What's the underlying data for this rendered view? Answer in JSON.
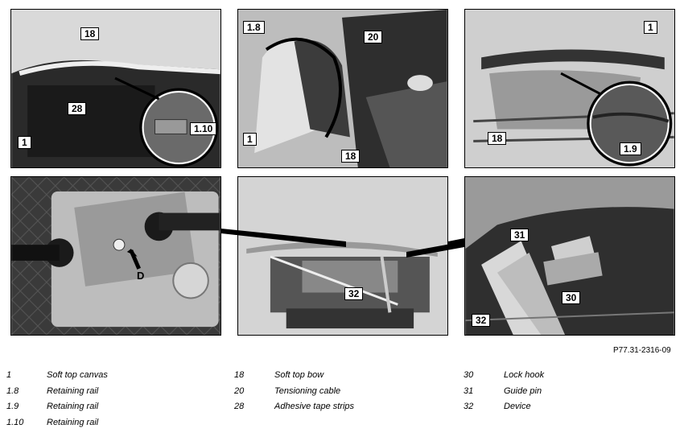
{
  "panels": {
    "p1": {
      "callouts": [
        "18",
        "28",
        "1",
        "1.10"
      ]
    },
    "p2": {
      "callouts": [
        "1.8",
        "20",
        "1",
        "18"
      ]
    },
    "p3": {
      "callouts": [
        "1",
        "18",
        "1.9"
      ]
    },
    "p4": {
      "callouts": [
        "D"
      ]
    },
    "p5": {
      "callouts": [
        "32"
      ]
    },
    "p6": {
      "callouts": [
        "31",
        "30",
        "32"
      ]
    }
  },
  "figure_ref": "P77.31-2316-09",
  "legend": {
    "col1": [
      {
        "num": "1",
        "label": "Soft top canvas"
      },
      {
        "num": "1.8",
        "label": "Retaining rail"
      },
      {
        "num": "1.9",
        "label": "Retaining rail"
      },
      {
        "num": "1.10",
        "label": "Retaining rail"
      }
    ],
    "col2": [
      {
        "num": "18",
        "label": "Soft top bow"
      },
      {
        "num": "20",
        "label": "Tensioning cable"
      },
      {
        "num": "28",
        "label": "Adhesive tape strips"
      }
    ],
    "col3": [
      {
        "num": "30",
        "label": "Lock hook"
      },
      {
        "num": "31",
        "label": "Guide pin"
      },
      {
        "num": "32",
        "label": "Device"
      }
    ]
  }
}
